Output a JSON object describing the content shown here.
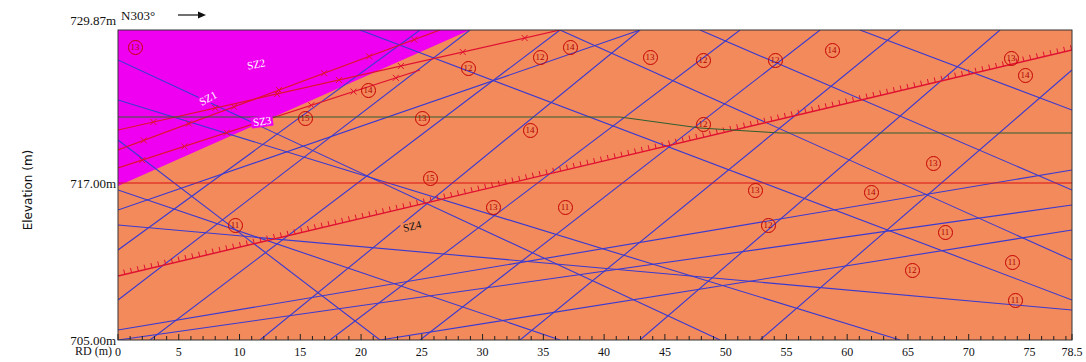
{
  "diagram": {
    "nodes": [
      {
        "text": [
          "13"
        ]
      },
      {
        "text": [
          "14"
        ]
      },
      {
        "text": [
          "12"
        ]
      },
      {
        "text": [
          "12"
        ]
      },
      {
        "text": [
          "14"
        ]
      },
      {
        "text": [
          "13"
        ]
      },
      {
        "text": [
          "12"
        ]
      },
      {
        "text": [
          "12"
        ]
      },
      {
        "text": [
          "14"
        ]
      },
      {
        "text": [
          "13"
        ]
      },
      {
        "text": [
          "14"
        ]
      },
      {
        "text": [
          "15"
        ]
      },
      {
        "text": [
          "13"
        ]
      },
      {
        "text": [
          "14"
        ]
      },
      {
        "text": [
          "12"
        ]
      },
      {
        "text": [
          "15"
        ]
      },
      {
        "text": [
          "13"
        ]
      },
      {
        "text": [
          "14"
        ]
      },
      {
        "text": [
          "13"
        ]
      },
      {
        "text": [
          "11"
        ]
      },
      {
        "text": [
          "13"
        ]
      },
      {
        "text": [
          "11"
        ]
      },
      {
        "text": [
          "12"
        ]
      },
      {
        "text": [
          "11"
        ]
      },
      {
        "text": [
          "12"
        ]
      },
      {
        "text": [
          "11"
        ]
      },
      {
        "text": [
          "11"
        ]
      }
    ],
    "labels": [
      "729.87m",
      "N303°",
      "Elevation (m)",
      "717.00m",
      "705.00m",
      "RD (m)",
      "0",
      "5",
      "10",
      "15",
      "20",
      "25",
      "30",
      "35",
      "40",
      "45",
      "50",
      "55",
      "60",
      "65",
      "70",
      "75",
      "78.5",
      "SZ1",
      "SZ2",
      "SZ3",
      "SZ4"
    ]
  }
}
